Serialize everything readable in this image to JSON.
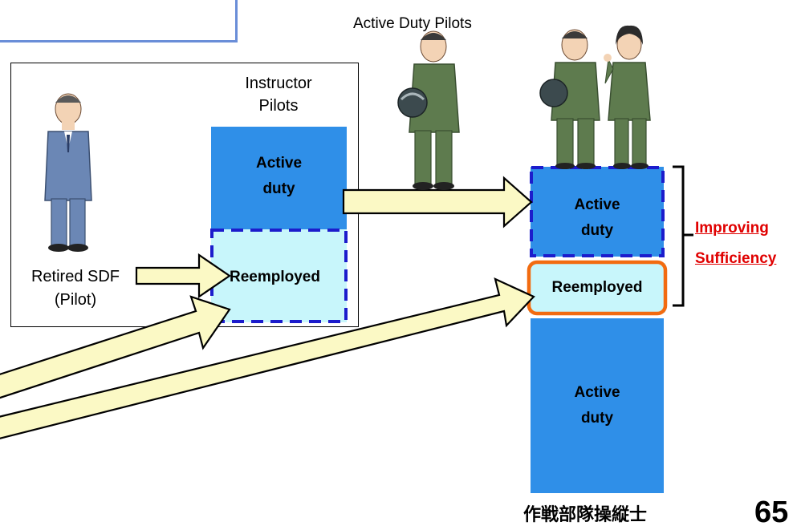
{
  "header": {
    "active_duty_pilots_label": "Active Duty Pilots"
  },
  "left_panel": {
    "instructor_title": "Instructor\nPilots",
    "instructor_active_label": "Active\nduty",
    "instructor_reemployed_label": "Reemployed",
    "retired_label_line1": "Retired SDF",
    "retired_label_line2": "(Pilot)"
  },
  "right_panel": {
    "top_active_label": "Active\nduty",
    "reemployed_label": "Reemployed",
    "bottom_active_label": "Active\nduty",
    "improving_line1": "Improving",
    "improving_line2": "Sufficiency"
  },
  "footer": {
    "jp_label": "作戦部隊操縦士",
    "page_number": "65"
  },
  "colors": {
    "active_blue": "#2f8fe8",
    "reemployed_light": "#c8f6fb",
    "dash_blue": "#1c1ccc",
    "arrow_fill": "#fbf9c5",
    "highlight_orange": "#f26b10",
    "emphasis_red": "#e00000"
  },
  "icons": [
    "retired-pilot-figure",
    "pilot-with-helmet-figure",
    "male-pilot-figure",
    "female-pilot-figure"
  ]
}
